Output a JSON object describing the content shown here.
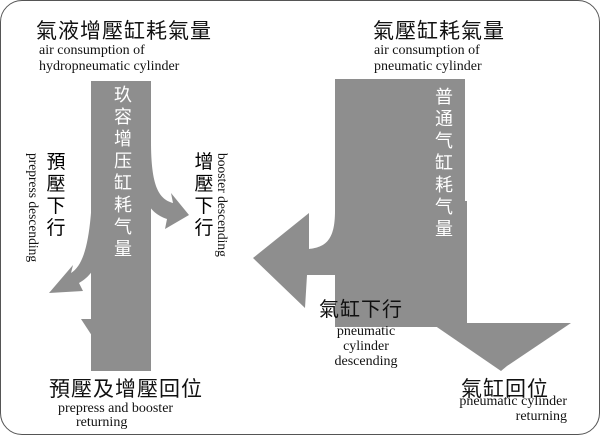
{
  "titles": {
    "hydropneumatic_zh": "氣液增壓缸耗氣量",
    "hydropneumatic_en_1": "air consumption of",
    "hydropneumatic_en_2": "hydropneumatic cylinder",
    "pneumatic_zh": "氣壓缸耗氣量",
    "pneumatic_en_1": "air consumption of",
    "pneumatic_en_2": "pneumatic cylinder"
  },
  "flow_labels": {
    "booster_cylinder_consumption_zh": "玖容增压缸耗气量",
    "normal_cylinder_consumption_zh": "普通气缸耗气量",
    "prepress_descending_zh": "預壓下行",
    "prepress_descending_en": "prepress descending",
    "booster_descending_zh": "增壓下行",
    "booster_descending_en": "booster descending",
    "pneumatic_descending_zh": "氣缸下行",
    "pneumatic_descending_en_1": "pneumatic",
    "pneumatic_descending_en_2": "cylinder",
    "pneumatic_descending_en_3": "descending",
    "prepress_booster_returning_zh": "預壓及增壓回位",
    "prepress_booster_returning_en_1": "prepress and booster",
    "prepress_booster_returning_en_2": "returning",
    "pneumatic_returning_zh": "氣缸回位",
    "pneumatic_returning_en_1": "pneumatic cylinder",
    "pneumatic_returning_en_2": "returning"
  },
  "colors": {
    "flow": "#8e8e8e",
    "frame": "#555555",
    "text": "#111111",
    "on_flow_text": "#ffffff"
  }
}
